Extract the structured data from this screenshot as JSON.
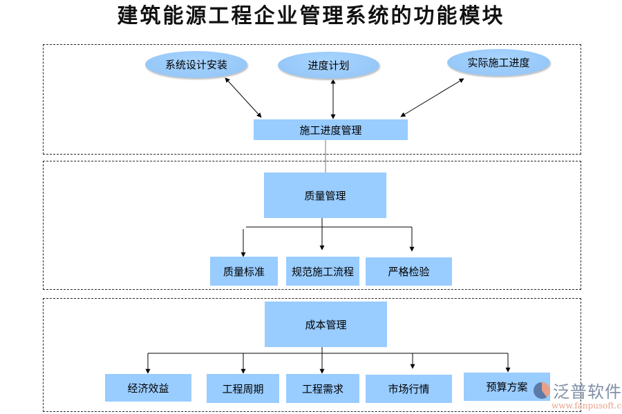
{
  "title": "建筑能源工程企业管理系统的功能模块",
  "schedule": {
    "inputs": [
      "系统设计安装",
      "进度计划",
      "实际施工进度"
    ],
    "center": "施工进度管理"
  },
  "quality": {
    "center": "质量管理",
    "children": [
      "质量标准",
      "规范施工流程",
      "严格检验"
    ]
  },
  "cost": {
    "center": "成本管理",
    "children": [
      "经济效益",
      "工程周期",
      "工程需求",
      "市场行情",
      "预算方案"
    ]
  },
  "watermark": {
    "name": "泛普软件",
    "url": "www.fanpusoft.com"
  },
  "colors": {
    "node": "#99ccff",
    "line": "#000000"
  }
}
